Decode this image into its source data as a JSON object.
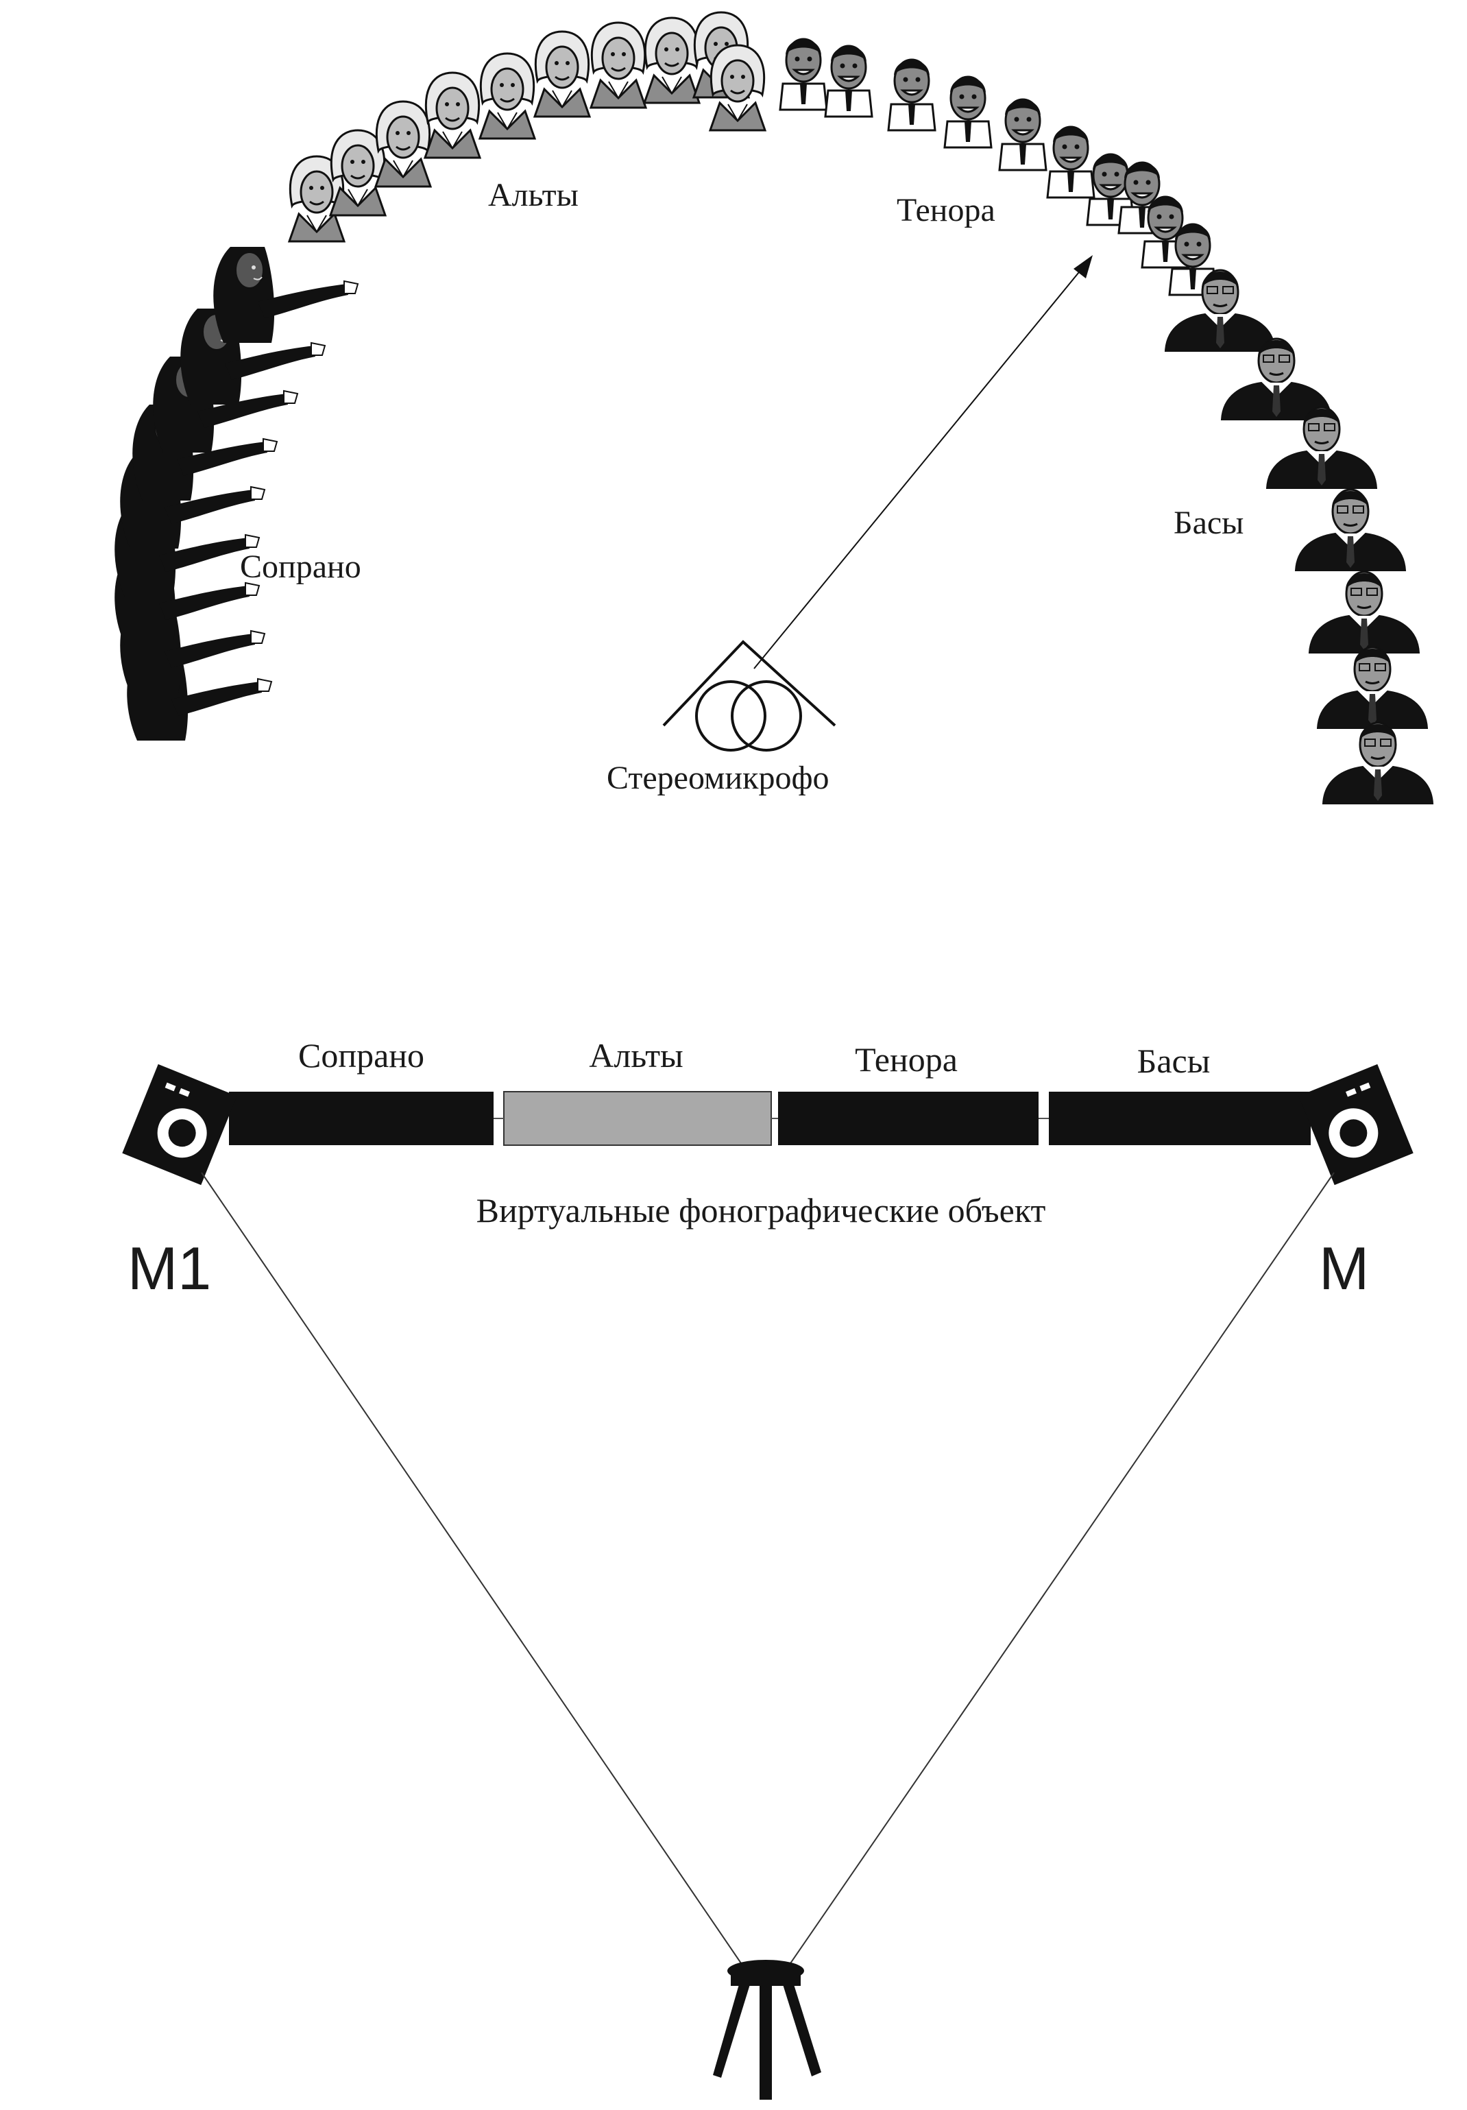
{
  "choir_arc": {
    "groups": [
      {
        "id": "soprano",
        "label": "Сопрано",
        "count": 9
      },
      {
        "id": "alto",
        "label": "Альты",
        "count": 10
      },
      {
        "id": "tenor",
        "label": "Тенора",
        "count": 10
      },
      {
        "id": "bass",
        "label": "Басы",
        "count": 7
      }
    ],
    "microphone_label": "Стереомикрофо"
  },
  "virtual_stage": {
    "segments": [
      {
        "id": "soprano",
        "label": "Сопрано",
        "fill": "#111111"
      },
      {
        "id": "alto",
        "label": "Альты",
        "fill": "#a9a9a9"
      },
      {
        "id": "tenor",
        "label": "Тенора",
        "fill": "#111111"
      },
      {
        "id": "bass",
        "label": "Басы",
        "fill": "#111111"
      }
    ],
    "caption": "Виртуальные фонографические объект",
    "left_monitor_label": "M1",
    "right_monitor_label": "M"
  }
}
